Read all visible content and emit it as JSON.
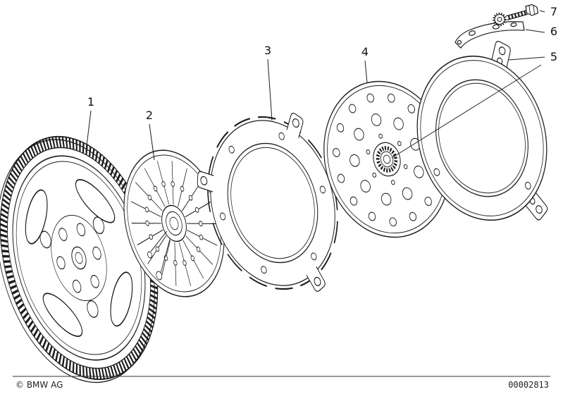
{
  "diagram": {
    "callouts": [
      {
        "label": "1"
      },
      {
        "label": "2"
      },
      {
        "label": "3"
      },
      {
        "label": "4"
      },
      {
        "label": "5"
      },
      {
        "label": "6"
      },
      {
        "label": "7"
      }
    ],
    "footer": {
      "copyright": "© BMW AG",
      "document_number": "00002813"
    },
    "colors": {
      "line": "#1c1c1c",
      "background": "#ffffff"
    }
  }
}
